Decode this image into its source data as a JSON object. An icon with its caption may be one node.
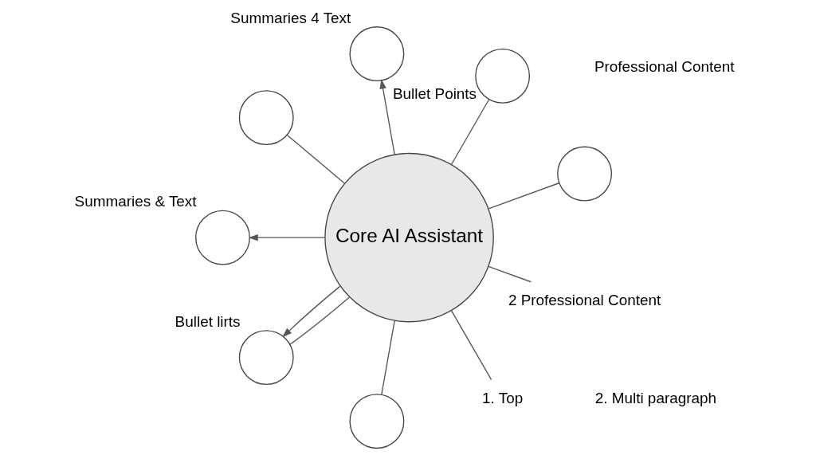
{
  "diagram": {
    "nodes": [
      {
        "text": [
          "Core AI Assistant"
        ]
      },
      {
        "text": [
          "1. Top"
        ]
      },
      {
        "text": [],
        "shape": "circle"
      },
      {
        "text": [],
        "shape": "circle",
        "beside": [
          "Bullet Points"
        ]
      },
      {
        "text": [],
        "shape": "circle",
        "beside": [
          "Summaries 4 Text"
        ]
      },
      {
        "text": [],
        "shape": "circle"
      },
      {
        "text": [
          "2 Professional Content"
        ]
      },
      {
        "text": [],
        "shape": "circle",
        "beside": [
          "Summaries & Text"
        ]
      },
      {
        "text": [],
        "shape": "circle",
        "beside": [
          "Bullet lirts"
        ]
      },
      {
        "text": [],
        "shape": "circle"
      }
    ],
    "edges": [
      {
        "from": 1,
        "to": 0,
        "arrow": "none"
      },
      {
        "from": 0,
        "to": 2,
        "arrow": "none"
      },
      {
        "from": 0,
        "to": 3,
        "arrow": "none"
      },
      {
        "from": 0,
        "to": 4,
        "arrow": "to"
      },
      {
        "from": 0,
        "to": 5,
        "arrow": "none"
      },
      {
        "from": 6,
        "to": 0,
        "arrow": "none"
      },
      {
        "from": 0,
        "to": 7,
        "arrow": "to"
      },
      {
        "from": 0,
        "to": 8,
        "arrow": "none"
      },
      {
        "from": 0,
        "to": 8,
        "arrow": "to"
      },
      {
        "from": 0,
        "to": 9,
        "arrow": "none"
      }
    ],
    "labels": [
      "Professional Content",
      "2. Multi paragraph"
    ]
  }
}
